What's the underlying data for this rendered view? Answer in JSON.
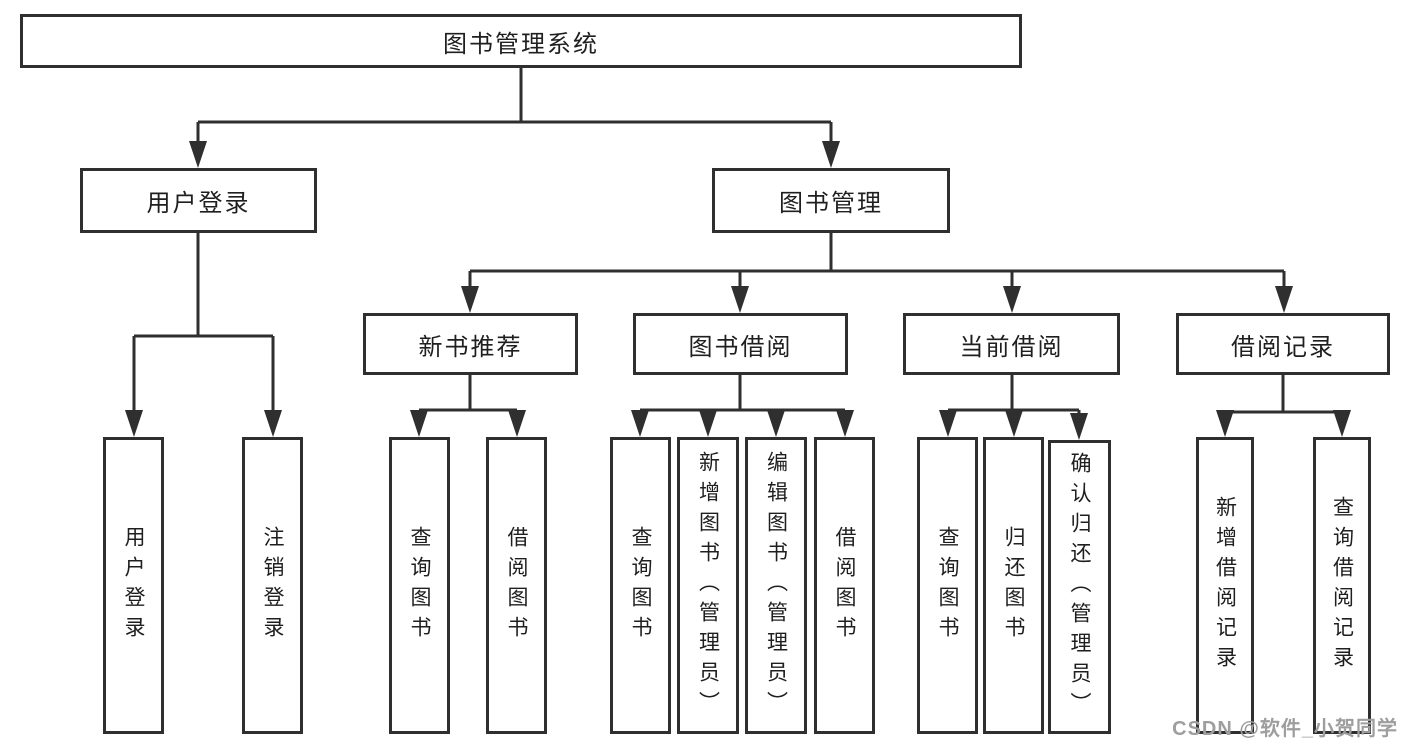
{
  "colors": {
    "line": "#2f2f2f",
    "text": "#1f1f1f",
    "watermark": "#9e9e9e",
    "bg": "#ffffff"
  },
  "watermark": "CSDN @软件_小贺同学",
  "nodes": {
    "root": {
      "label": "图书管理系统"
    },
    "login": {
      "label": "用户登录"
    },
    "mgmt": {
      "label": "图书管理"
    },
    "rec": {
      "label": "新书推荐"
    },
    "borrow": {
      "label": "图书借阅"
    },
    "current": {
      "label": "当前借阅"
    },
    "records": {
      "label": "借阅记录"
    },
    "login_user": {
      "label": "用户登录"
    },
    "login_logout": {
      "label": "注销登录"
    },
    "rec_query": {
      "label": "查询图书"
    },
    "rec_borrow": {
      "label": "借阅图书"
    },
    "borrow_query": {
      "label": "查询图书"
    },
    "borrow_add": {
      "label": "新增图书（管理员）"
    },
    "borrow_edit": {
      "label": "编辑图书（管理员）"
    },
    "borrow_borrow": {
      "label": "借阅图书"
    },
    "current_query": {
      "label": "查询图书"
    },
    "current_return": {
      "label": "归还图书"
    },
    "current_confirm": {
      "label": "确认归还（管理员）"
    },
    "records_add": {
      "label": "新增借阅记录"
    },
    "records_query": {
      "label": "查询借阅记录"
    }
  },
  "tree": {
    "label": "图书管理系统",
    "children": [
      {
        "label": "用户登录",
        "children": [
          {
            "label": "用户登录"
          },
          {
            "label": "注销登录"
          }
        ]
      },
      {
        "label": "图书管理",
        "children": [
          {
            "label": "新书推荐",
            "children": [
              {
                "label": "查询图书"
              },
              {
                "label": "借阅图书"
              }
            ]
          },
          {
            "label": "图书借阅",
            "children": [
              {
                "label": "查询图书"
              },
              {
                "label": "新增图书（管理员）"
              },
              {
                "label": "编辑图书（管理员）"
              },
              {
                "label": "借阅图书"
              }
            ]
          },
          {
            "label": "当前借阅",
            "children": [
              {
                "label": "查询图书"
              },
              {
                "label": "归还图书"
              },
              {
                "label": "确认归还（管理员）"
              }
            ]
          },
          {
            "label": "借阅记录",
            "children": [
              {
                "label": "新增借阅记录"
              },
              {
                "label": "查询借阅记录"
              }
            ]
          }
        ]
      }
    ]
  }
}
